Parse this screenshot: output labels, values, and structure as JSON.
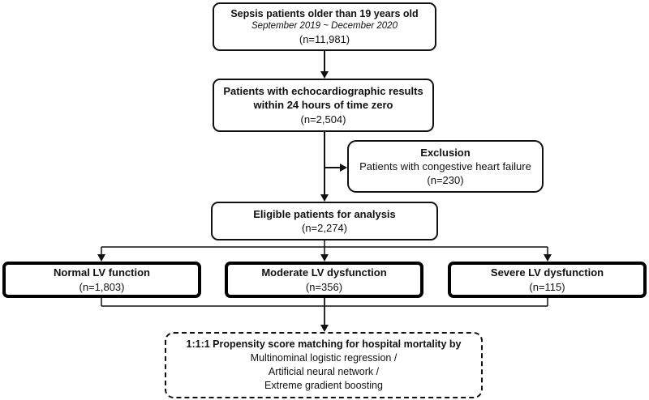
{
  "colors": {
    "ink": "#111111",
    "bg": "#ffffff"
  },
  "boxes": {
    "sepsis": {
      "title": "Sepsis patients older than 19 years old",
      "period": "September 2019 ~ December 2020",
      "count": "(n=11,981)"
    },
    "echo": {
      "title": "Patients with echocardiographic results within 24 hours of time zero",
      "count": "(n=2,504)"
    },
    "exclusion": {
      "title": "Exclusion",
      "subtitle": "Patients with congestive heart failure",
      "count": "(n=230)"
    },
    "eligible": {
      "title": "Eligible patients for analysis",
      "count": "(n=2,274)"
    },
    "normal_lv": {
      "title": "Normal LV function",
      "count": "(n=1,803)"
    },
    "moderate_lv": {
      "title": "Moderate LV dysfunction",
      "count": "(n=356)"
    },
    "severe_lv": {
      "title": "Severe LV dysfunction",
      "count": "(n=115)"
    },
    "matching": {
      "title": "1:1:1 Propensity score matching for hospital mortality by",
      "methods": [
        "Multinominal logistic regression /",
        "Artificial neural network /",
        "Extreme gradient boosting"
      ]
    }
  }
}
